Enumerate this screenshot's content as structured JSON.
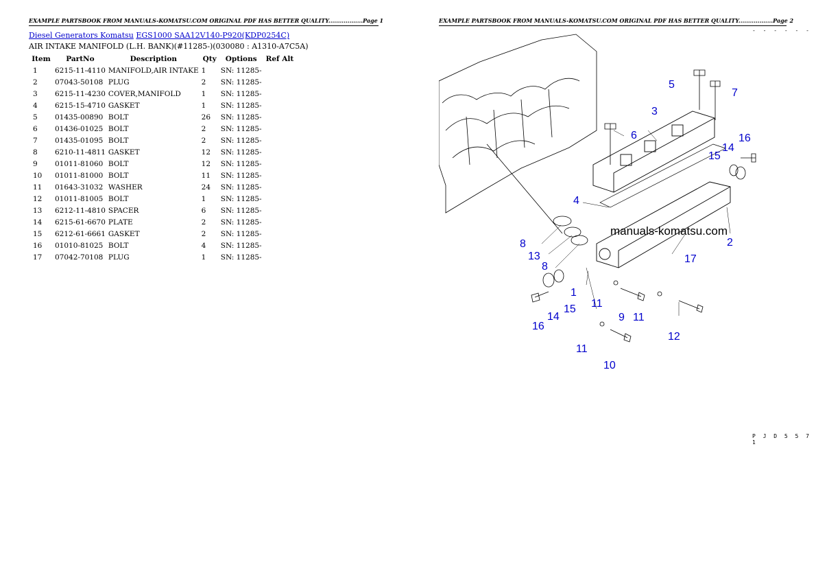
{
  "headers": {
    "page1": "EXAMPLE PARTSBOOK FROM MANUALS-KOMATSU.COM ORIGINAL PDF HAS BETTER QUALITY..................Page 1",
    "page2": "EXAMPLE PARTSBOOK FROM MANUALS-KOMATSU.COM ORIGINAL PDF HAS BETTER QUALITY..................Page 2"
  },
  "breadcrumb": {
    "category": "Diesel Generators Komatsu",
    "model": "EGS1000 SAA12V140-P920(KDP0254C)"
  },
  "subtitle": "AIR INTAKE MANIFOLD (L.H. BANK)(#11285-)(030080 : A1310-A7C5A)",
  "table": {
    "headers": [
      "Item",
      "PartNo",
      "Description",
      "Qty",
      "Options",
      "Ref Alt"
    ],
    "rows": [
      [
        "1",
        "6215-11-4110",
        "MANIFOLD,AIR INTAKE",
        "1",
        "SN: 11285-"
      ],
      [
        "2",
        "07043-50108",
        "PLUG",
        "2",
        "SN: 11285-"
      ],
      [
        "3",
        "6215-11-4230",
        "COVER,MANIFOLD",
        "1",
        "SN: 11285-"
      ],
      [
        "4",
        "6215-15-4710",
        "GASKET",
        "1",
        "SN: 11285-"
      ],
      [
        "5",
        "01435-00890",
        "BOLT",
        "26",
        "SN: 11285-"
      ],
      [
        "6",
        "01436-01025",
        "BOLT",
        "2",
        "SN: 11285-"
      ],
      [
        "7",
        "01435-01095",
        "BOLT",
        "2",
        "SN: 11285-"
      ],
      [
        "8",
        "6210-11-4811",
        "GASKET",
        "12",
        "SN: 11285-"
      ],
      [
        "9",
        "01011-81060",
        "BOLT",
        "12",
        "SN: 11285-"
      ],
      [
        "10",
        "01011-81000",
        "BOLT",
        "11",
        "SN: 11285-"
      ],
      [
        "11",
        "01643-31032",
        "WASHER",
        "24",
        "SN: 11285-"
      ],
      [
        "12",
        "01011-81005",
        "BOLT",
        "1",
        "SN: 11285-"
      ],
      [
        "13",
        "6212-11-4810",
        "SPACER",
        "6",
        "SN: 11285-"
      ],
      [
        "14",
        "6215-61-6670",
        "PLATE",
        "2",
        "SN: 11285-"
      ],
      [
        "15",
        "6212-61-6661",
        "GASKET",
        "2",
        "SN: 11285-"
      ],
      [
        "16",
        "01010-81025",
        "BOLT",
        "4",
        "SN: 11285-"
      ],
      [
        "17",
        "07042-70108",
        "PLUG",
        "1",
        "SN: 11285-"
      ]
    ]
  },
  "diagram": {
    "watermark": "manuals-komatsu.com",
    "callouts": [
      "5",
      "7",
      "3",
      "6",
      "16",
      "15",
      "14",
      "4",
      "2",
      "8",
      "13",
      "8",
      "1",
      "17",
      "15",
      "11",
      "9",
      "11",
      "16",
      "14",
      "12",
      "11",
      "10"
    ],
    "callout_color": "#0000cc"
  },
  "codes": {
    "top": "- - - - - -",
    "bottom": "P J D 5 5 7 1"
  }
}
